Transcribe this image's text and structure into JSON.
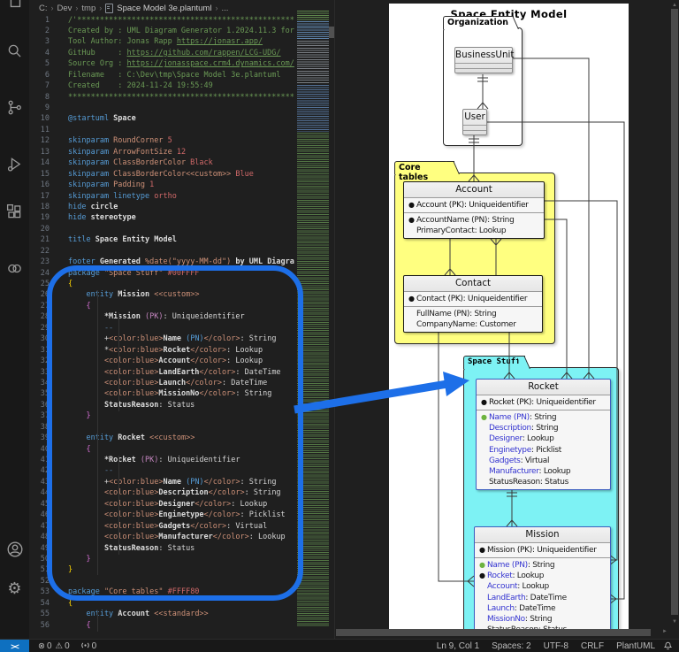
{
  "breadcrumb": {
    "segments": [
      "C:",
      "Dev",
      "tmp"
    ],
    "file": "Space Model 3e.plantuml",
    "more": "..."
  },
  "activity_bar": {
    "icons": [
      "files",
      "search",
      "source-control",
      "run-debug",
      "extensions",
      "linked-circles",
      "account",
      "settings"
    ]
  },
  "editor": {
    "lines": [
      {
        "n": 1,
        "s": [
          [
            "cmt",
            "/'************************************************"
          ]
        ]
      },
      {
        "n": 2,
        "s": [
          [
            "cmt",
            "Created by : UML Diagram Generator 1.2024.11.3 for"
          ]
        ]
      },
      {
        "n": 3,
        "s": [
          [
            "cmt",
            "Tool Author: Jonas Rapp "
          ],
          [
            "lnk",
            "https://jonasr.app/"
          ]
        ]
      },
      {
        "n": 4,
        "s": [
          [
            "cmt",
            "GitHub     : "
          ],
          [
            "lnk",
            "https://github.com/rappen/LCG-UDG/"
          ]
        ]
      },
      {
        "n": 5,
        "s": [
          [
            "cmt",
            "Source Org : "
          ],
          [
            "lnk",
            "https://jonasspace.crm4.dynamics.com/"
          ]
        ]
      },
      {
        "n": 6,
        "s": [
          [
            "cmt",
            "Filename   : C:\\Dev\\tmp\\Space Model 3e.plantuml"
          ]
        ]
      },
      {
        "n": 7,
        "s": [
          [
            "cmt",
            "Created    : 2024-11-24 19:55:49"
          ]
        ]
      },
      {
        "n": 8,
        "s": [
          [
            "cmt",
            "**************************************************"
          ]
        ]
      },
      {
        "n": 9,
        "s": []
      },
      {
        "n": 10,
        "s": [
          [
            "kw",
            "@startuml"
          ],
          [
            "bold",
            " Space"
          ]
        ]
      },
      {
        "n": 11,
        "s": []
      },
      {
        "n": 12,
        "s": [
          [
            "kw",
            "skinparam"
          ],
          [
            "prm",
            " RoundCorner"
          ],
          [
            "val",
            " 5"
          ]
        ]
      },
      {
        "n": 13,
        "s": [
          [
            "kw",
            "skinparam"
          ],
          [
            "prm",
            " ArrowFontSize"
          ],
          [
            "val",
            " 12"
          ]
        ]
      },
      {
        "n": 14,
        "s": [
          [
            "kw",
            "skinparam"
          ],
          [
            "prm",
            " ClassBorderColor"
          ],
          [
            "val",
            " Black"
          ]
        ]
      },
      {
        "n": 15,
        "s": [
          [
            "kw",
            "skinparam"
          ],
          [
            "prm",
            " ClassBorderColor"
          ],
          [
            "str",
            "<<custom>>"
          ],
          [
            "val",
            " Blue"
          ]
        ]
      },
      {
        "n": 16,
        "s": [
          [
            "kw",
            "skinparam"
          ],
          [
            "prm",
            " Padding"
          ],
          [
            "val",
            " 1"
          ]
        ]
      },
      {
        "n": 17,
        "s": [
          [
            "kw",
            "skinparam linetype"
          ],
          [
            "val",
            " ortho"
          ]
        ]
      },
      {
        "n": 18,
        "s": [
          [
            "kw",
            "hide"
          ],
          [
            "bold",
            " circle"
          ]
        ]
      },
      {
        "n": 19,
        "s": [
          [
            "kw",
            "hide"
          ],
          [
            "bold",
            " stereotype"
          ]
        ]
      },
      {
        "n": 20,
        "s": []
      },
      {
        "n": 21,
        "s": [
          [
            "kw",
            "title"
          ],
          [
            "bold",
            " Space Entity Model"
          ]
        ]
      },
      {
        "n": 22,
        "s": []
      },
      {
        "n": 23,
        "s": [
          [
            "kw",
            "footer"
          ],
          [
            "bold",
            " Generated "
          ],
          [
            "str",
            "%date(\"yyyy-MM-dd\")"
          ],
          [
            "bold",
            " by UML Diagra"
          ]
        ]
      },
      {
        "n": 24,
        "s": [
          [
            "kw",
            "package"
          ],
          [
            "str",
            " \"Space Stuff\""
          ],
          [
            "val",
            " #00FFFF"
          ]
        ]
      },
      {
        "n": 25,
        "s": [
          [
            "b1",
            "{"
          ]
        ]
      },
      {
        "n": 26,
        "s": [
          [
            "kw",
            "    entity"
          ],
          [
            "bold",
            " Mission"
          ],
          [
            "str",
            " <<custom>>"
          ]
        ]
      },
      {
        "n": 27,
        "s": [
          [
            "b2",
            "    {"
          ]
        ]
      },
      {
        "n": 28,
        "s": [
          [
            "bold",
            "        *Mission "
          ],
          [
            "pnk",
            "(PK)"
          ],
          [
            "txt",
            ": Uniqueidentifier"
          ]
        ]
      },
      {
        "n": 29,
        "s": [
          [
            "sep",
            "        --"
          ]
        ]
      },
      {
        "n": 30,
        "s": [
          [
            "txt",
            "        +"
          ],
          [
            "str",
            "<color:blue>"
          ],
          [
            "bold",
            "Name "
          ],
          [
            "kw",
            "(PN)"
          ],
          [
            "str",
            "</color>"
          ],
          [
            "txt",
            ": String"
          ]
        ]
      },
      {
        "n": 31,
        "s": [
          [
            "txt",
            "        *"
          ],
          [
            "str",
            "<color:blue>"
          ],
          [
            "bold",
            "Rocket"
          ],
          [
            "str",
            "</color>"
          ],
          [
            "txt",
            ": Lookup"
          ]
        ]
      },
      {
        "n": 32,
        "s": [
          [
            "str",
            "        <color:blue>"
          ],
          [
            "bold",
            "Account"
          ],
          [
            "str",
            "</color>"
          ],
          [
            "txt",
            ": Lookup"
          ]
        ]
      },
      {
        "n": 33,
        "s": [
          [
            "str",
            "        <color:blue>"
          ],
          [
            "bold",
            "LandEarth"
          ],
          [
            "str",
            "</color>"
          ],
          [
            "txt",
            ": DateTime"
          ]
        ]
      },
      {
        "n": 34,
        "s": [
          [
            "str",
            "        <color:blue>"
          ],
          [
            "bold",
            "Launch"
          ],
          [
            "str",
            "</color>"
          ],
          [
            "txt",
            ": DateTime"
          ]
        ]
      },
      {
        "n": 35,
        "s": [
          [
            "str",
            "        <color:blue>"
          ],
          [
            "bold",
            "MissionNo"
          ],
          [
            "str",
            "</color>"
          ],
          [
            "txt",
            ": String"
          ]
        ]
      },
      {
        "n": 36,
        "s": [
          [
            "bold",
            "        StatusReason"
          ],
          [
            "txt",
            ": Status"
          ]
        ]
      },
      {
        "n": 37,
        "s": [
          [
            "b2",
            "    }"
          ]
        ]
      },
      {
        "n": 38,
        "s": []
      },
      {
        "n": 39,
        "s": [
          [
            "kw",
            "    entity"
          ],
          [
            "bold",
            " Rocket"
          ],
          [
            "str",
            " <<custom>>"
          ]
        ]
      },
      {
        "n": 40,
        "s": [
          [
            "b2",
            "    {"
          ]
        ]
      },
      {
        "n": 41,
        "s": [
          [
            "bold",
            "        *Rocket "
          ],
          [
            "pnk",
            "(PK)"
          ],
          [
            "txt",
            ": Uniqueidentifier"
          ]
        ]
      },
      {
        "n": 42,
        "s": [
          [
            "sep",
            "        --"
          ]
        ]
      },
      {
        "n": 43,
        "s": [
          [
            "txt",
            "        +"
          ],
          [
            "str",
            "<color:blue>"
          ],
          [
            "bold",
            "Name "
          ],
          [
            "kw",
            "(PN)"
          ],
          [
            "str",
            "</color>"
          ],
          [
            "txt",
            ": String"
          ]
        ]
      },
      {
        "n": 44,
        "s": [
          [
            "str",
            "        <color:blue>"
          ],
          [
            "bold",
            "Description"
          ],
          [
            "str",
            "</color>"
          ],
          [
            "txt",
            ": String"
          ]
        ]
      },
      {
        "n": 45,
        "s": [
          [
            "str",
            "        <color:blue>"
          ],
          [
            "bold",
            "Designer"
          ],
          [
            "str",
            "</color>"
          ],
          [
            "txt",
            ": Lookup"
          ]
        ]
      },
      {
        "n": 46,
        "s": [
          [
            "str",
            "        <color:blue>"
          ],
          [
            "bold",
            "Enginetype"
          ],
          [
            "str",
            "</color>"
          ],
          [
            "txt",
            ": Picklist"
          ]
        ]
      },
      {
        "n": 47,
        "s": [
          [
            "str",
            "        <color:blue>"
          ],
          [
            "bold",
            "Gadgets"
          ],
          [
            "str",
            "</color>"
          ],
          [
            "txt",
            ": Virtual"
          ]
        ]
      },
      {
        "n": 48,
        "s": [
          [
            "str",
            "        <color:blue>"
          ],
          [
            "bold",
            "Manufacturer"
          ],
          [
            "str",
            "</color>"
          ],
          [
            "txt",
            ": Lookup"
          ]
        ]
      },
      {
        "n": 49,
        "s": [
          [
            "bold",
            "        StatusReason"
          ],
          [
            "txt",
            ": Status"
          ]
        ]
      },
      {
        "n": 50,
        "s": [
          [
            "b2",
            "    }"
          ]
        ]
      },
      {
        "n": 51,
        "s": [
          [
            "b1",
            "}"
          ]
        ]
      },
      {
        "n": 52,
        "s": []
      },
      {
        "n": 53,
        "s": [
          [
            "kw",
            "package"
          ],
          [
            "str",
            " \"Core tables\""
          ],
          [
            "val",
            " #FFFF80"
          ]
        ]
      },
      {
        "n": 54,
        "s": [
          [
            "b1",
            "{"
          ]
        ]
      },
      {
        "n": 55,
        "s": [
          [
            "kw",
            "    entity"
          ],
          [
            "bold",
            " Account"
          ],
          [
            "str",
            " <<standard>>"
          ]
        ]
      },
      {
        "n": 56,
        "s": [
          [
            "b2",
            "    {"
          ]
        ]
      }
    ]
  },
  "preview": {
    "title": "Space Entity Model",
    "packages": [
      {
        "id": "organization",
        "label": "Organization",
        "fill": "#FFFFFF"
      },
      {
        "id": "core-tables",
        "label": "Core tables",
        "fill": "#FFFF80"
      },
      {
        "id": "space-stuff",
        "label": "Space Stuff",
        "fill": "#7DF2F4"
      }
    ],
    "entities": [
      {
        "id": "businessunit",
        "title": "BusinessUnit",
        "compartments": 2
      },
      {
        "id": "user",
        "title": "User",
        "compartments": 2
      },
      {
        "id": "account",
        "title": "Account",
        "pk": {
          "bullet": "black",
          "text": "Account (PK): Uniqueidentifier"
        },
        "fields": [
          {
            "bullet": "black",
            "text": "AccountName (PN): String"
          },
          {
            "text": "PrimaryContact: Lookup"
          }
        ]
      },
      {
        "id": "contact",
        "title": "Contact",
        "pk": {
          "bullet": "black",
          "text": "Contact (PK): Uniqueidentifier"
        },
        "fields": [
          {
            "text": "FullName (PN): String"
          },
          {
            "text": "CompanyName: Customer"
          }
        ]
      },
      {
        "id": "rocket",
        "title": "Rocket",
        "pk": {
          "bullet": "black",
          "text": "Rocket (PK): Uniqueidentifier"
        },
        "fields": [
          {
            "bullet": "green",
            "name": "Name (PN)",
            "type": ": String"
          },
          {
            "name": "Description",
            "type": ": String"
          },
          {
            "name": "Designer",
            "type": ": Lookup"
          },
          {
            "name": "Enginetype",
            "type": ": Picklist"
          },
          {
            "name": "Gadgets",
            "type": ": Virtual"
          },
          {
            "name": "Manufacturer",
            "type": ": Lookup"
          },
          {
            "text": "StatusReason: Status"
          }
        ]
      },
      {
        "id": "mission",
        "title": "Mission",
        "pk": {
          "bullet": "black",
          "text": "Mission (PK): Uniqueidentifier"
        },
        "fields": [
          {
            "bullet": "green",
            "name": "Name (PN)",
            "type": ": String"
          },
          {
            "bullet": "black",
            "name": "Rocket",
            "type": ": Lookup"
          },
          {
            "name": "Account",
            "type": ": Lookup"
          },
          {
            "name": "LandEarth",
            "type": ": DateTime"
          },
          {
            "name": "Launch",
            "type": ": DateTime"
          },
          {
            "name": "MissionNo",
            "type": ": String"
          },
          {
            "text": "StatusReason: Status"
          }
        ]
      }
    ]
  },
  "status_bar": {
    "remote_label": "><",
    "errors": "0",
    "warnings": "0",
    "ports": "0",
    "right": [
      "Ln 9, Col 1",
      "Spaces: 2",
      "UTF-8",
      "CRLF",
      "PlantUML"
    ]
  },
  "colors": {
    "annotation_blue": "#1D6FE8",
    "package_yellow": "#FFFF80",
    "package_cyan": "#7DF2F4",
    "editor_bg": "#1F1F1F"
  }
}
